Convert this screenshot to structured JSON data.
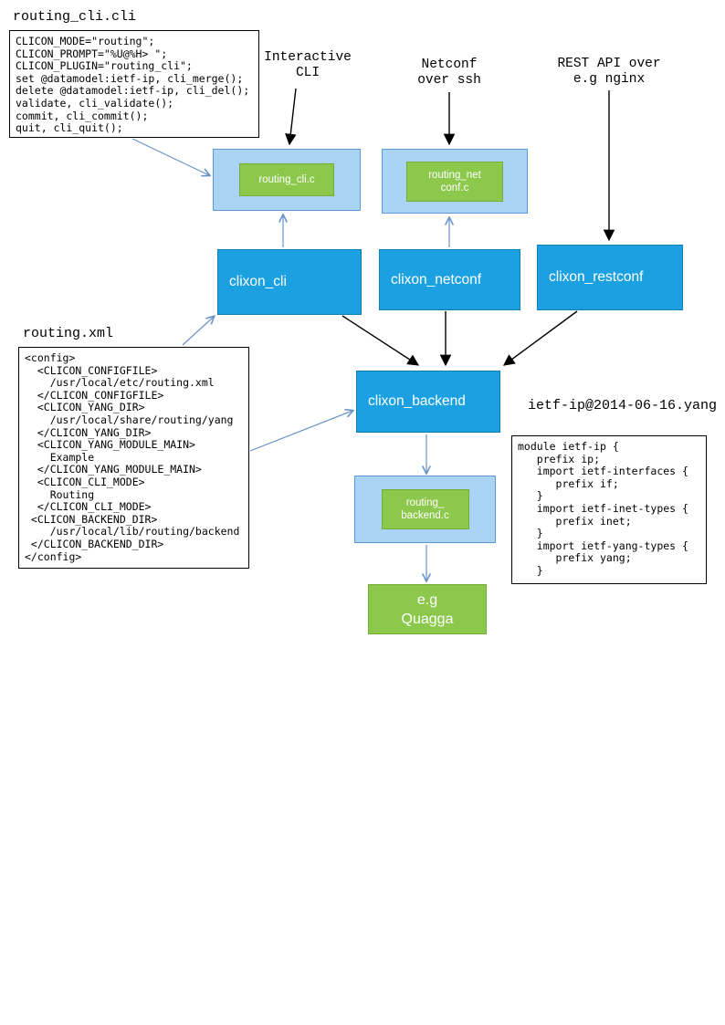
{
  "cli_file": {
    "title": "routing_cli.cli",
    "code": "CLICON_MODE=\"routing\";\nCLICON_PROMPT=\"%U@%H> \";\nCLICON_PLUGIN=\"routing_cli\";\nset @datamodel:ietf-ip, cli_merge();\ndelete @datamodel:ietf-ip, cli_del();\nvalidate, cli_validate();\ncommit, cli_commit();\nquit, cli_quit();"
  },
  "annotations": {
    "interactive_cli": "Interactive\nCLI",
    "netconf_ssh": "Netconf\nover ssh",
    "rest_api": "REST API over\ne.g nginx"
  },
  "plugins": {
    "routing_cli_c": "routing_cli.c",
    "routing_netconf_c": "routing_net\nconf.c",
    "routing_backend_c": "routing_\nbackend.c"
  },
  "processes": {
    "clixon_cli": "clixon_cli",
    "clixon_netconf": "clixon_netconf",
    "clixon_restconf": "clixon_restconf",
    "clixon_backend": "clixon_backend"
  },
  "config_file": {
    "title": "routing.xml",
    "code": "<config>\n  <CLICON_CONFIGFILE>\n    /usr/local/etc/routing.xml\n  </CLICON_CONFIGFILE>\n  <CLICON_YANG_DIR>\n    /usr/local/share/routing/yang\n  </CLICON_YANG_DIR>\n  <CLICON_YANG_MODULE_MAIN>\n    Example\n  </CLICON_YANG_MODULE_MAIN>\n  <CLICON_CLI_MODE>\n    Routing\n  </CLICON_CLI_MODE>\n <CLICON_BACKEND_DIR>\n    /usr/local/lib/routing/backend\n </CLICON_BACKEND_DIR>\n</config>"
  },
  "yang_file": {
    "title": "ietf-ip@2014-06-16.yang",
    "code": "module ietf-ip {\n   prefix ip;\n   import ietf-interfaces {\n      prefix if;\n   }\n   import ietf-inet-types {\n      prefix inet;\n   }\n   import ietf-yang-types {\n      prefix yang;\n   }"
  },
  "backend_target": {
    "label": "e.g\nQuagga"
  },
  "colors": {
    "process_blue": "#1BA1E2",
    "process_border": "#0E7FB6",
    "container_light_blue": "#A9D4F5",
    "container_border": "#5B9BD5",
    "plugin_green": "#8CC84B",
    "plugin_border": "#74AC35",
    "arrow_blue": "#6893C8"
  }
}
